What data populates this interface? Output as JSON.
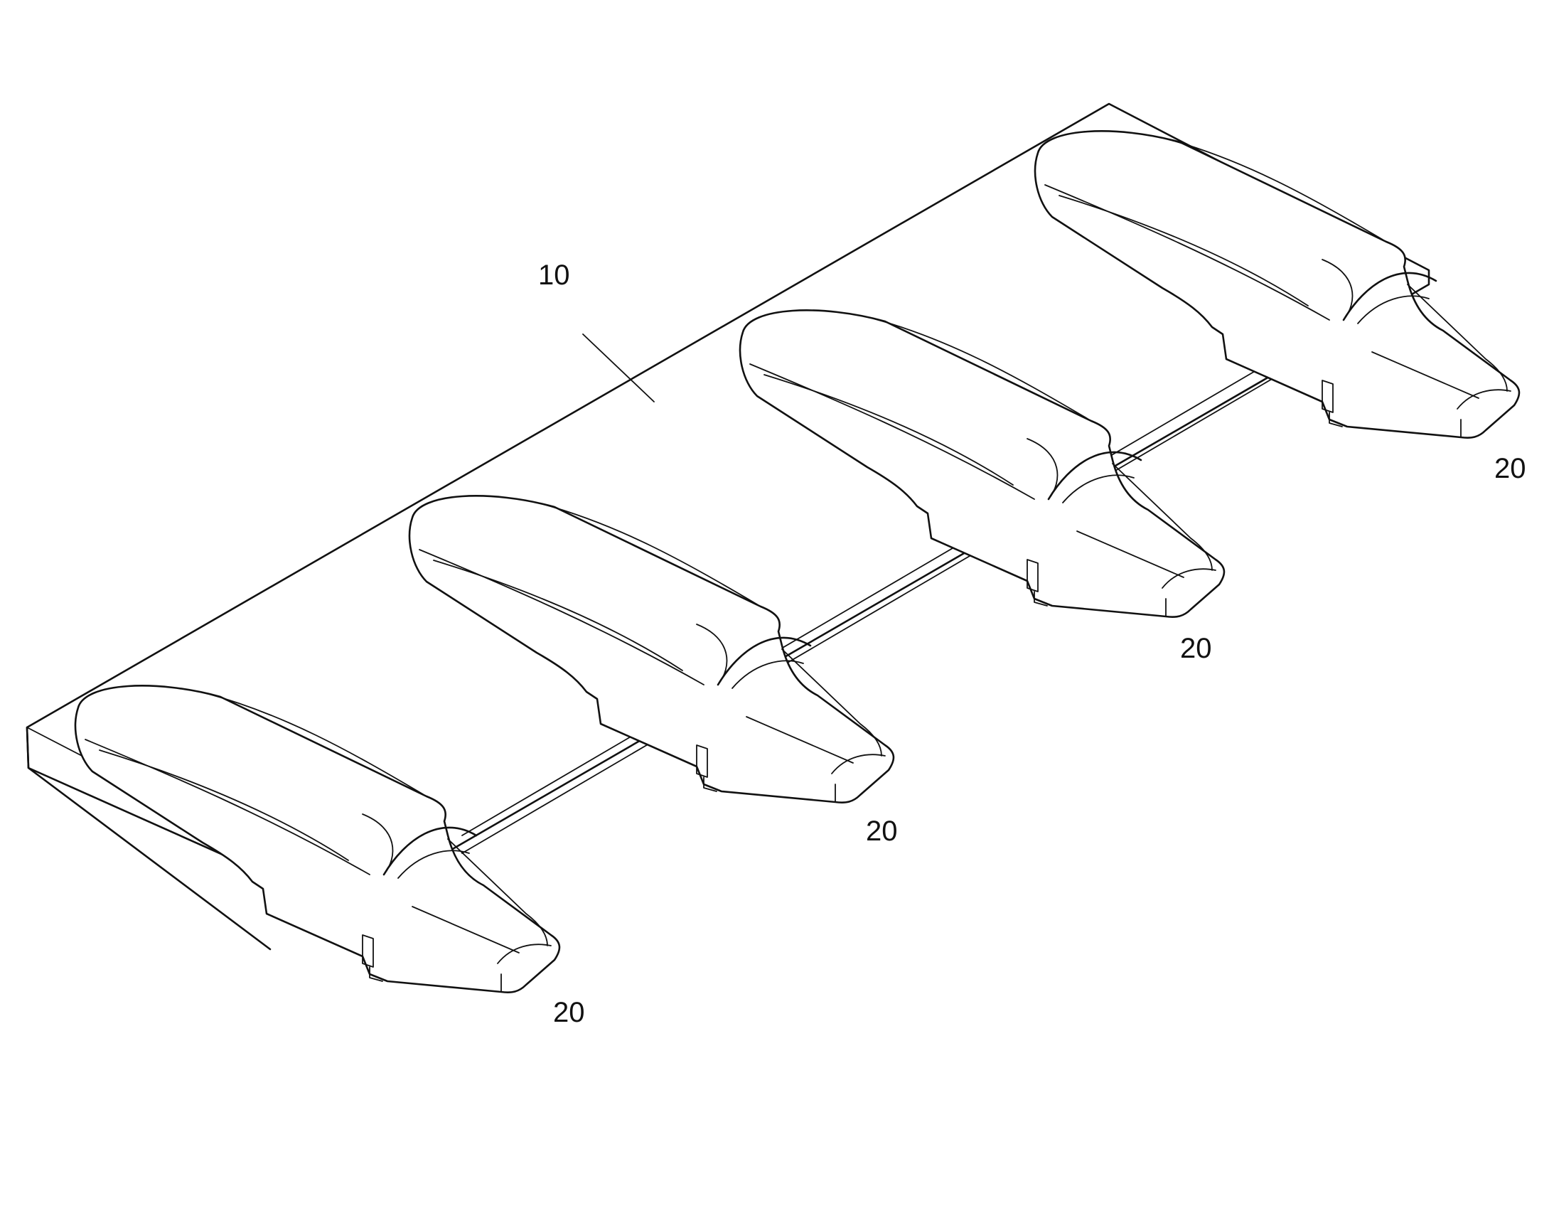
{
  "figure": {
    "reference_numerals": {
      "assembly": "10",
      "teeth": [
        "20",
        "20",
        "20",
        "20"
      ]
    },
    "line_color": "#111111",
    "background_color": "#ffffff"
  }
}
